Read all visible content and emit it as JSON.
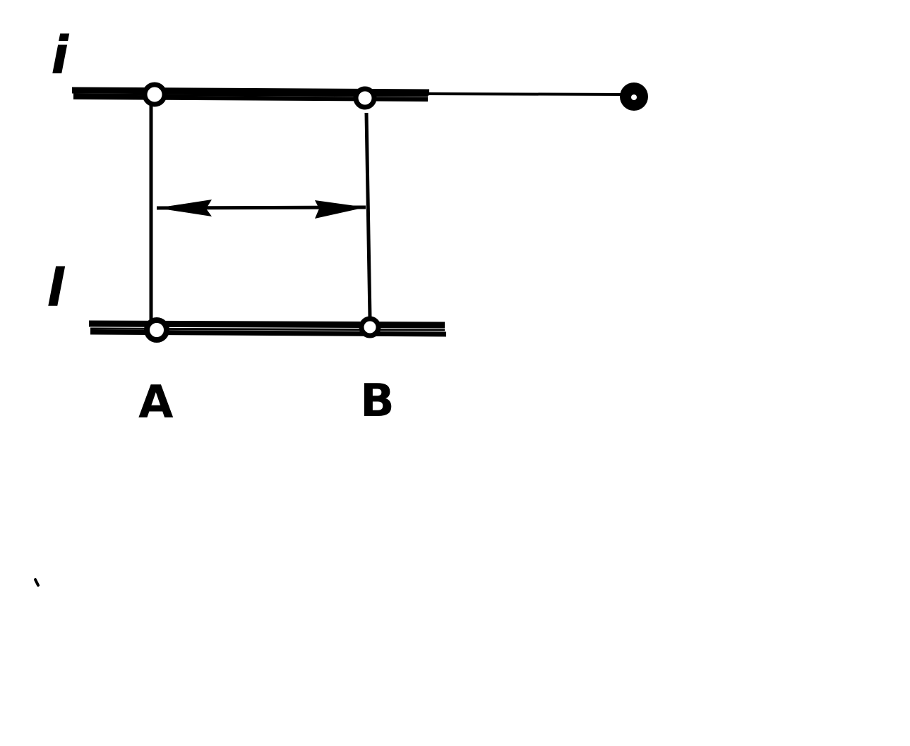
{
  "diagram": {
    "labels": {
      "top_line": "i",
      "bottom_line": "l",
      "point_a": "A",
      "point_b": "B"
    },
    "colors": {
      "ink": "#000000",
      "paper": "#ffffff"
    }
  }
}
